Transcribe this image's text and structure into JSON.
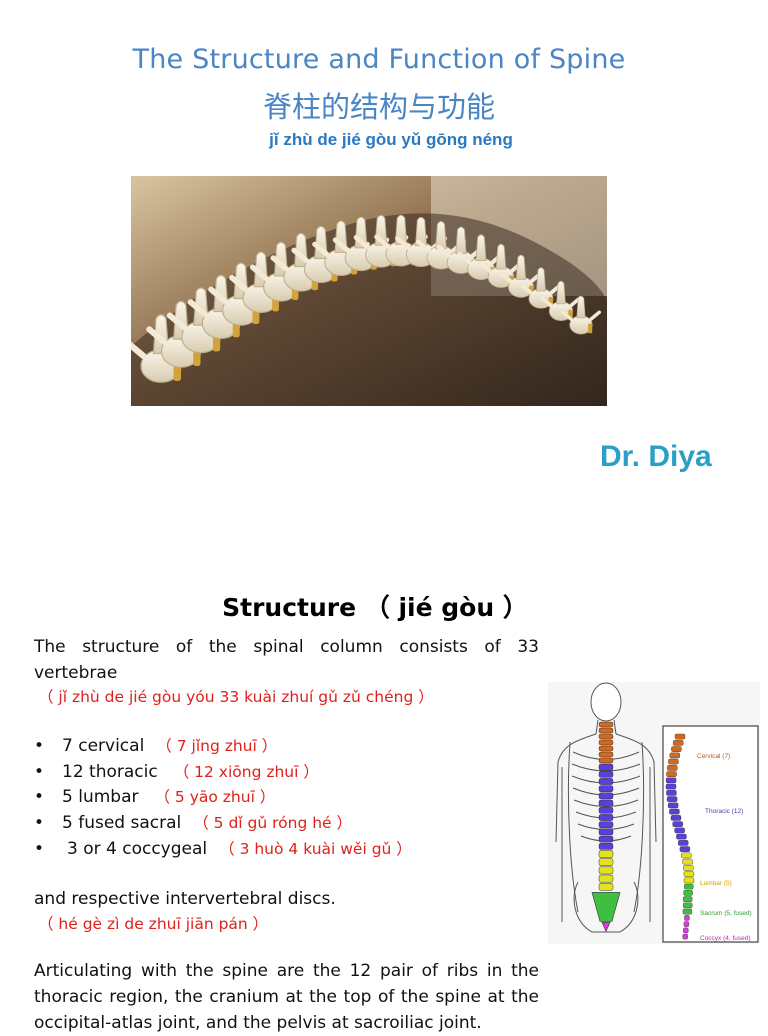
{
  "header": {
    "title_en": "The Structure and Function of  Spine",
    "title_zh": "脊柱的结构与功能",
    "title_pinyin": "jǐ zhù de jié gòu yǔ gōng néng"
  },
  "author": "Dr. Diya",
  "section": {
    "title": "Structure （ jié gòu ）",
    "intro_line1": "The structure of the spinal column consists of 33",
    "intro_line2": "vertebrae",
    "intro_pinyin": "（ jǐ zhù de jié gòu yóu 33 kuài zhuí gǔ zǔ chéng ）",
    "items": [
      {
        "label": "7 cervical",
        "pinyin": "（ 7 jǐng zhuī ）"
      },
      {
        "label": "12 thoracic",
        "pinyin": "（ 12 xiōng zhuī ）"
      },
      {
        "label": "5 lumbar",
        "pinyin": "（ 5 yāo zhuī ）"
      },
      {
        "label": "5 fused sacral",
        "pinyin": "（ 5 dǐ gǔ róng hé ）"
      },
      {
        "label": "3 or 4 coccygeal",
        "pinyin": "（ 3 huò 4 kuài wěi gǔ ）"
      }
    ],
    "discs_text": "and respective intervertebral discs.",
    "discs_pinyin": "（ hé gè zì de zhuī jiān pán ）",
    "artic_line1": "Articulating with the spine are the 12 pair of ribs in the",
    "artic_line2": "thoracic region, the cranium at the top of the spine at the",
    "artic_line3": "occipital-atlas joint, and the pelvis at sacroiliac joint."
  },
  "diagram": {
    "labels": {
      "cervical": "Cervical (7)",
      "thoracic": "Thoracic (12)",
      "lumbar": "Lumbar (5)",
      "sacrum": "Sacrum (5, fused)",
      "coccyx": "Coccyx (4, fused)"
    },
    "colors": {
      "cervical": "#d2691e",
      "thoracic": "#5b3fd6",
      "lumbar": "#e6e21a",
      "sacrum": "#3fbf3f",
      "coccyx": "#d23fd6",
      "label_cervical": "#b8541a",
      "label_thoracic": "#3b3fb0",
      "label_lumbar": "#c9a200",
      "label_sacrum": "#2e9a2e",
      "label_coccyx": "#b02eb0"
    }
  }
}
